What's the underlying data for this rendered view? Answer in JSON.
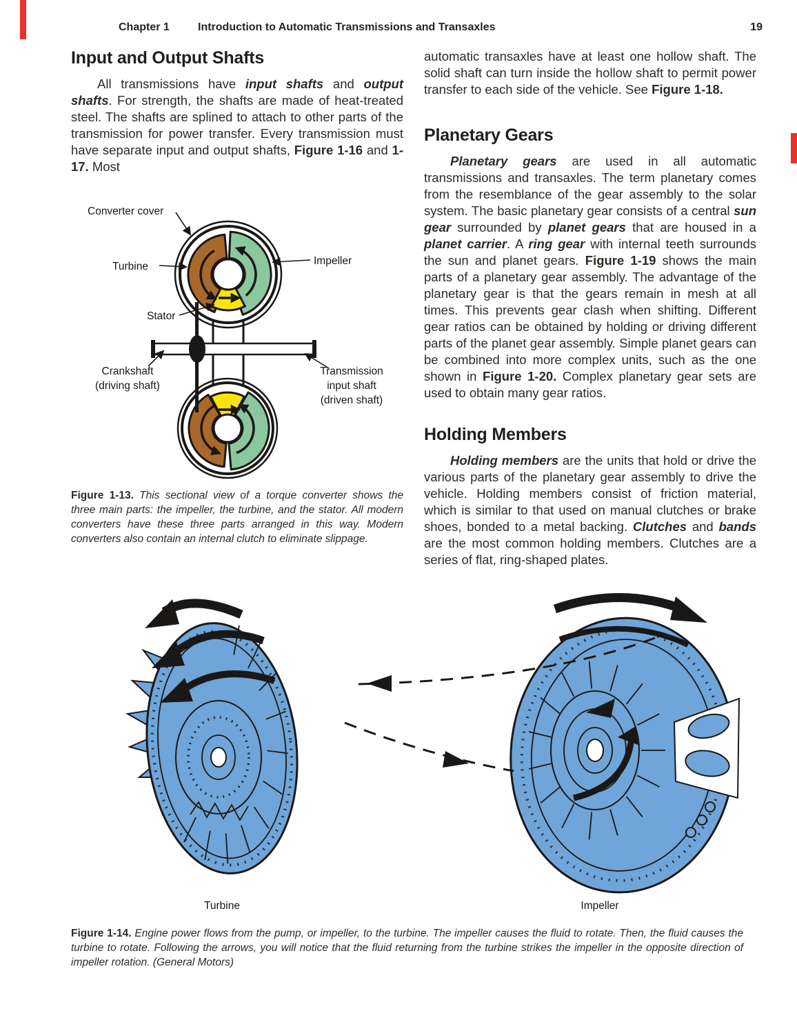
{
  "colors": {
    "turbine_brown": "#A8692B",
    "impeller_green": "#8BC79E",
    "stator_yellow": "#F9E30A",
    "converter_blue": "#6FA5D8",
    "tab_red": "#E8332A",
    "ink": "#1A1816"
  },
  "header": {
    "chapter": "Chapter 1",
    "title": "Introduction to Automatic Transmissions and Transaxles",
    "page_number": "19"
  },
  "left_column": {
    "heading_input_output": "Input and Output Shafts",
    "para_input_output_runs": [
      {
        "t": "All transmissions have "
      },
      {
        "t": "input shafts",
        "bi": true
      },
      {
        "t": " and "
      },
      {
        "t": "output shafts",
        "bi": true
      },
      {
        "t": ". For strength, the shafts are made of heat-treated steel. The shafts are splined to attach to other parts of the transmission for power transfer. Every transmission must have separate input and output shafts, "
      },
      {
        "t": "Figure 1-16",
        "b": true
      },
      {
        "t": " and "
      },
      {
        "t": "1-17.",
        "b": true
      },
      {
        "t": " Most"
      }
    ]
  },
  "figure_13": {
    "labels": {
      "converter_cover": "Converter cover",
      "turbine": "Turbine",
      "impeller": "Impeller",
      "stator": "Stator",
      "crankshaft_line1": "Crankshaft",
      "crankshaft_line2": "(driving shaft)",
      "input_shaft_line1": "Transmission",
      "input_shaft_line2": "input shaft",
      "input_shaft_line3": "(driven shaft)"
    },
    "caption_runs": [
      {
        "t": "Figure 1-13.",
        "b": true
      },
      {
        "t": " This sectional view of a torque converter shows the three main parts: the impeller, the turbine, and the stator. All modern converters have these three parts arranged in this way. Modern converters also contain an internal clutch to eliminate slippage.",
        "i": true
      }
    ]
  },
  "right_column": {
    "para_continuation_runs": [
      {
        "t": "automatic transaxles have at least one hollow shaft. The solid shaft can turn inside the hollow shaft to permit power transfer to each side of the vehicle. See "
      },
      {
        "t": "Figure 1-18.",
        "b": true
      }
    ],
    "heading_planetary": "Planetary Gears",
    "para_planetary_runs": [
      {
        "t": "Planetary gears",
        "bi": true
      },
      {
        "t": " are used in all automatic transmissions and transaxles. The term planetary comes from the resemblance of the gear assembly to the solar system. The basic planetary gear consists of a central "
      },
      {
        "t": "sun gear",
        "bi": true
      },
      {
        "t": " surrounded by "
      },
      {
        "t": "planet gears",
        "bi": true
      },
      {
        "t": " that are housed in a "
      },
      {
        "t": "planet carrier",
        "bi": true
      },
      {
        "t": ". A "
      },
      {
        "t": "ring gear",
        "bi": true
      },
      {
        "t": " with internal teeth surrounds the sun and planet gears. "
      },
      {
        "t": "Figure 1-19",
        "b": true
      },
      {
        "t": " shows the main parts of a planetary gear assembly. The advantage of the planetary gear is that the gears remain in mesh at all times. This prevents gear clash when shifting. Different gear ratios can be obtained by holding or driving different parts of the planet gear assembly. Simple planet gears can be combined into more complex units, such as the one shown in "
      },
      {
        "t": "Figure 1-20.",
        "b": true
      },
      {
        "t": " Complex planetary gear sets are used to obtain many gear ratios."
      }
    ],
    "heading_holding": "Holding Members",
    "para_holding_runs": [
      {
        "t": "Holding members",
        "bi": true
      },
      {
        "t": " are the units that hold or drive the various parts of the planetary gear assembly to drive the vehicle. Holding members consist of friction material, which is similar to that used on manual clutches or brake shoes, bonded to a metal backing. "
      },
      {
        "t": "Clutches",
        "bi": true
      },
      {
        "t": " and "
      },
      {
        "t": "bands",
        "bi": true
      },
      {
        "t": " are the most common holding members. Clutches are a series of flat, ring-shaped plates."
      }
    ]
  },
  "figure_14": {
    "label_turbine": "Turbine",
    "label_impeller": "Impeller",
    "caption_runs": [
      {
        "t": "Figure 1-14.",
        "b": true
      },
      {
        "t": " Engine power flows from the pump, or impeller, to the turbine. The impeller causes the fluid to rotate. Then, the fluid causes the turbine to rotate. Following the arrows, you will notice that the fluid returning from the turbine strikes the impeller in the opposite direction of impeller rotation. (General Motors)",
        "i": true
      }
    ]
  }
}
